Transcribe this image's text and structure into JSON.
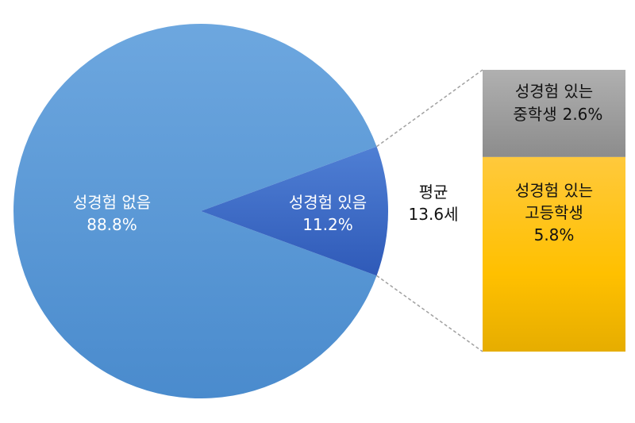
{
  "chart_data": {
    "type": "pie",
    "pie": {
      "slices": [
        {
          "label": "성경험 없음",
          "value": 88.8,
          "value_label": "88.8%",
          "color": "#5b9bd5"
        },
        {
          "label": "성경험 있음",
          "value": 11.2,
          "value_label": "11.2%",
          "color": "#3c66c4"
        }
      ]
    },
    "annotation": {
      "line1": "평균",
      "line2": "13.6세"
    },
    "breakdown": {
      "type": "stacked-bar",
      "segments": [
        {
          "label_line1": "성경험 있는",
          "label_line2": "중학생",
          "value": 2.6,
          "value_label": "2.6%",
          "color": "#9a9a9a"
        },
        {
          "label_line1": "성경험 있는",
          "label_line2": "고등학생",
          "value": 5.8,
          "value_label": "5.8%",
          "color": "#ffc000"
        }
      ]
    }
  }
}
